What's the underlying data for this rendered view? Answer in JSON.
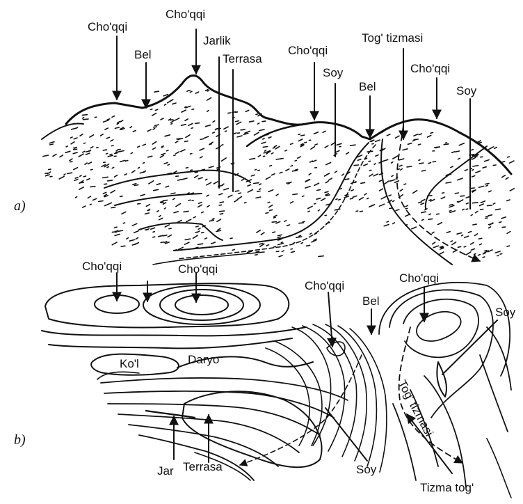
{
  "figure": {
    "panel_a": {
      "panel_label": "a)",
      "labels": {
        "peak_left": "Cho'qqi",
        "saddle_left": "Bel",
        "peak_top": "Cho'qqi",
        "jarlik": "Jarlik",
        "terrasa": "Terrasa",
        "peak_mid": "Cho'qqi",
        "soy_mid": "Soy",
        "saddle_right": "Bel",
        "ridge": "Tog' tizmasi",
        "peak_right": "Cho'qqi",
        "soy_right": "Soy"
      }
    },
    "panel_b": {
      "panel_label": "b)",
      "labels": {
        "peak_left": "Cho'qqi",
        "peak_center": "Cho'qqi",
        "peak_mid": "Cho'qqi",
        "saddle": "Bel",
        "peak_right": "Cho'qqi",
        "soy_right": "Soy",
        "lake": "Ko'l",
        "river": "Daryo",
        "ridge_rotated": "Tog' tizmasi",
        "jar": "Jar",
        "terrasa": "Terrasa",
        "soy_bottom": "Soy",
        "spur": "Tizma tog'"
      }
    }
  }
}
